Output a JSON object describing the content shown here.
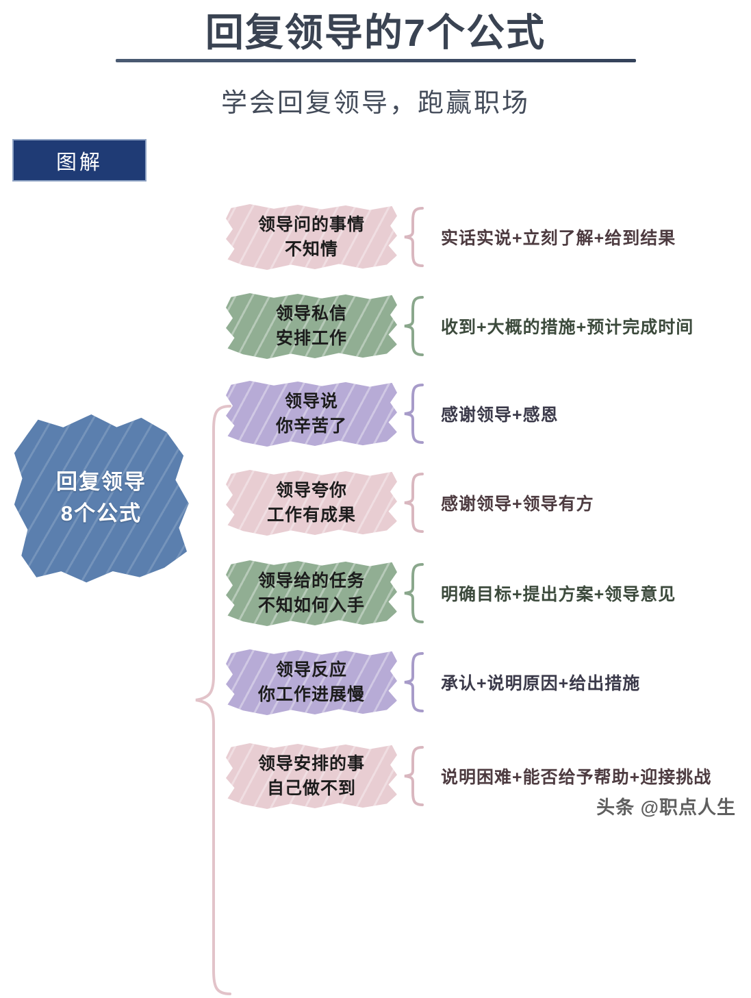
{
  "header": {
    "title": "回复领导的7个公式",
    "subtitle": "学会回复领导，跑赢职场",
    "badge": "图解"
  },
  "root": {
    "line1": "回复领导",
    "line2": "8个公式"
  },
  "colors": {
    "title": "#3a4352",
    "badge_bg": "#1f3b75",
    "root_blob": "#5b7fae",
    "pink": "#e8cdd2",
    "green": "#91ae93",
    "purple": "#b7abd6"
  },
  "rows": [
    {
      "color": "pink",
      "label_line1": "领导问的事情",
      "label_line2": "不知情",
      "formula": "实话实说+立刻了解+给到结果"
    },
    {
      "color": "green",
      "label_line1": "领导私信",
      "label_line2": "安排工作",
      "formula": "收到+大概的措施+预计完成时间"
    },
    {
      "color": "purple",
      "label_line1": "领导说",
      "label_line2": "你辛苦了",
      "formula": "感谢领导+感恩"
    },
    {
      "color": "pink",
      "label_line1": "领导夸你",
      "label_line2": "工作有成果",
      "formula": "感谢领导+领导有方"
    },
    {
      "color": "green",
      "label_line1": "领导给的任务",
      "label_line2": "不知如何入手",
      "formula": "明确目标+提出方案+领导意见"
    },
    {
      "color": "purple",
      "label_line1": "领导反应",
      "label_line2": "你工作进展慢",
      "formula": "承认+说明原因+给出措施"
    },
    {
      "color": "pink",
      "label_line1": "领导安排的事",
      "label_line2": "自己做不到",
      "formula": "说明困难+能否给予帮助+迎接挑战"
    }
  ],
  "watermark": "头条 @职点人生"
}
